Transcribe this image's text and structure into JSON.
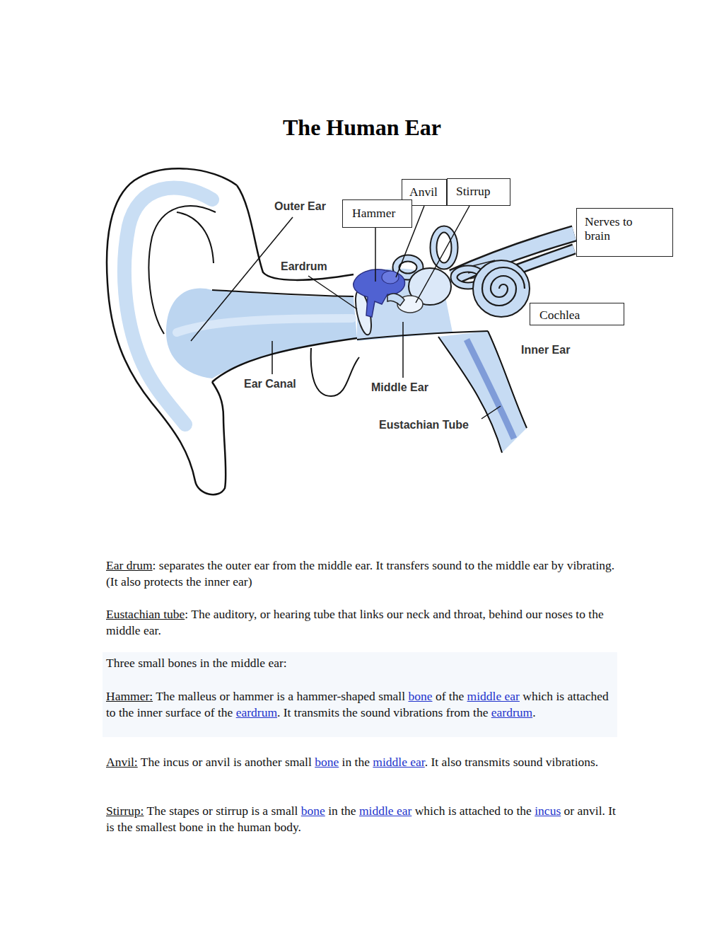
{
  "diagram": {
    "title": "The Human Ear",
    "nodes": [
      {
        "text": [
          "Anvil"
        ]
      },
      {
        "text": [
          "Stirrup"
        ]
      },
      {
        "text": [
          "Hammer"
        ]
      },
      {
        "text": [
          "Nerves to brain"
        ]
      },
      {
        "text": [
          "Cochlea"
        ]
      }
    ],
    "labels": [
      "Outer Ear",
      "Eardrum",
      "Ear Canal",
      "Middle Ear",
      "Eustachian Tube",
      "Inner Ear",
      "Ear drum",
      ": separates the outer ear from the middle ear. It transfers sound to the middle ear by vibrating. (It also protects the inner ear)",
      "Eustachian tube",
      ": The auditory, or hearing tube that links our neck and throat, behind our noses to the middle ear.",
      "Three small bones in the middle ear:",
      "Hammer:",
      " The malleus or hammer is a hammer-shaped small ",
      "bone",
      " of the ",
      "middle ear",
      " which is attached to the inner surface of the ",
      "eardrum",
      ". It transmits the sound vibrations from the ",
      "eardrum",
      ".",
      "Anvil:",
      " The incus or anvil is another small ",
      "bone",
      " in the ",
      "middle ear",
      ". It also transmits sound vibrations.",
      "Stirrup:",
      " The stapes or stirrup is a small ",
      "bone",
      " in the ",
      "middle ear",
      " which is attached to the ",
      "incus",
      " or anvil. It is the smallest bone in the human body."
    ]
  }
}
